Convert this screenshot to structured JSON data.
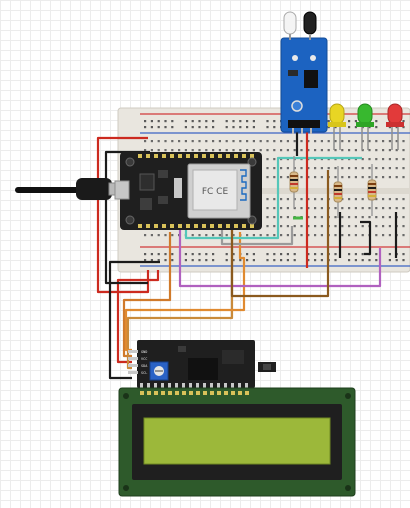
{
  "nodemcu": {
    "wifi_chip_logo": "FC CE"
  },
  "i2c_backpack": {
    "pin_labels": [
      "GND",
      "VCC",
      "SDA",
      "SCL"
    ]
  },
  "colors": {
    "breadboard": "#e9e6df",
    "rail_red": "#d13b3b",
    "rail_blue": "#3b63c4",
    "board_black": "#1f1f1f",
    "sensor_blue": "#1c63c1",
    "lcd_green": "#9cb83a",
    "lcd_frame": "#2e5a2b",
    "wire_red": "#cc2a1f",
    "wire_black": "#1b1b1b",
    "wire_orange": "#d07a2b",
    "wire_brown": "#8b5a1e",
    "wire_purple": "#b061bf",
    "wire_teal": "#55c7b9",
    "wire_gray": "#9a9a9a",
    "wire_green": "#46b544",
    "led_yellow": "#e8d524",
    "led_green": "#38b82f",
    "led_red": "#e23a3a"
  }
}
